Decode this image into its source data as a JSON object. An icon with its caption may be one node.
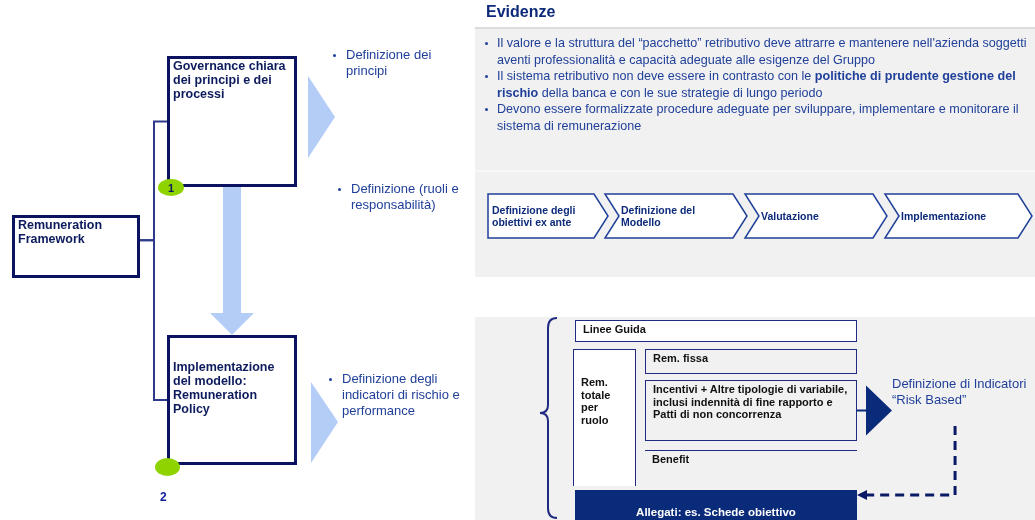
{
  "diagram": {
    "nodes": [
      {
        "text": [
          "Remuneration Framework"
        ]
      },
      {
        "text": [
          "Governance chiara dei principi e dei processi"
        ]
      },
      {
        "text": [
          "Implementazione del modello: Remuneration Policy"
        ]
      },
      {
        "text": [
          "1"
        ]
      },
      {
        "text": [],
        "shape": "circle",
        "beside": [
          "2"
        ]
      },
      {
        "text": [
          "Evidenze",
          "Il valore e la struttura del “pacchetto” retributivo deve attrarre e mantenere nell'azienda soggetti aventi professionalità e capacità adeguate alle esigenze del Gruppo",
          "Il sistema retributivo non deve essere in contrasto con le **politiche di prudente gestione del rischio** della banca e con le sue strategie di lungo periodo",
          "Devono essere formalizzate procedure adeguate per sviluppare, implementare e monitorare il sistema di remunerazione"
        ]
      },
      {
        "text": [
          "Definizione degli obiettivi ex ante"
        ],
        "in": 5
      },
      {
        "text": [
          "Definizione del Modello"
        ],
        "in": 5
      },
      {
        "text": [
          "Valutazione"
        ],
        "in": 5
      },
      {
        "text": [
          "Implementazione"
        ],
        "in": 5
      },
      {
        "text": [],
        "shape": "box"
      },
      {
        "text": [
          "Linee Guida"
        ],
        "in": 10
      },
      {
        "text": [
          "Rem. totale per ruolo"
        ],
        "in": 10
      },
      {
        "text": [
          "Rem. fissa"
        ],
        "in": 10
      },
      {
        "text": [
          "Incentivi + Altre tipologie di variabile, inclusi indennità di fine rapporto e Patti di non concorrenza"
        ],
        "in": 10
      },
      {
        "text": [
          "Benefit"
        ],
        "in": 10
      },
      {
        "text": [
          "Allegati: es. Schede obiettivo"
        ],
        "in": 10
      },
      {
        "text": [
          "Definizione di Indicatori “Risk Based”"
        ],
        "in": 10
      }
    ],
    "edges": [
      {
        "from": 0,
        "to": 1,
        "arrow": "none"
      },
      {
        "from": 0,
        "to": 2,
        "arrow": "none"
      },
      {
        "from": 1,
        "to": 2,
        "arrow": "to",
        "style": "thick",
        "color": "#b3cdf7"
      },
      {
        "from": 14,
        "to": 17,
        "arrow": "to",
        "color": "#0a2a7a"
      },
      {
        "from": 17,
        "to": 16,
        "arrow": "to",
        "style": "dashed",
        "color": "#0b1a66"
      }
    ],
    "labels": [
      "Definizione dei principi",
      "Definizione (ruoli e responsabilità)",
      "Definizione degli indicatori di rischio e performance"
    ]
  }
}
